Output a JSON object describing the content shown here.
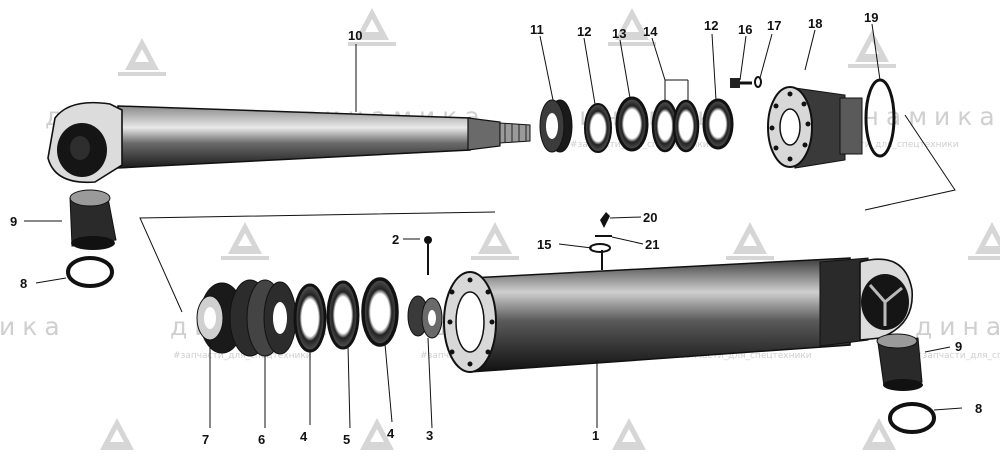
{
  "watermark": {
    "brand": "динамика",
    "tagline": "#запчасти_для_спецтехники",
    "color": "#cfcfcf"
  },
  "callouts": [
    {
      "id": "c10",
      "text": "10"
    },
    {
      "id": "c11",
      "text": "11"
    },
    {
      "id": "c12a",
      "text": "12"
    },
    {
      "id": "c13",
      "text": "13"
    },
    {
      "id": "c14",
      "text": "14"
    },
    {
      "id": "c12b",
      "text": "12"
    },
    {
      "id": "c16",
      "text": "16"
    },
    {
      "id": "c17",
      "text": "17"
    },
    {
      "id": "c18",
      "text": "18"
    },
    {
      "id": "c19",
      "text": "19"
    },
    {
      "id": "c9a",
      "text": "9"
    },
    {
      "id": "c8a",
      "text": "8"
    },
    {
      "id": "c20",
      "text": "20"
    },
    {
      "id": "c2",
      "text": "2"
    },
    {
      "id": "c15",
      "text": "15"
    },
    {
      "id": "c21",
      "text": "21"
    },
    {
      "id": "c9b",
      "text": "9"
    },
    {
      "id": "c8b",
      "text": "8"
    },
    {
      "id": "c7",
      "text": "7"
    },
    {
      "id": "c6",
      "text": "6"
    },
    {
      "id": "c4a",
      "text": "4"
    },
    {
      "id": "c5",
      "text": "5"
    },
    {
      "id": "c4b",
      "text": "4"
    },
    {
      "id": "c3",
      "text": "3"
    },
    {
      "id": "c1",
      "text": "1"
    }
  ]
}
